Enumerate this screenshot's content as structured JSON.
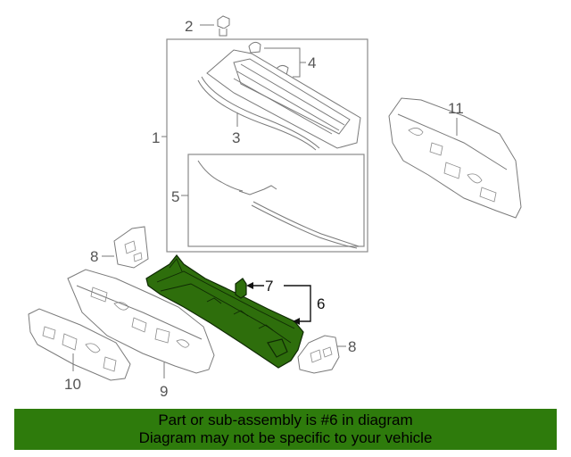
{
  "callouts": {
    "c1": "1",
    "c2": "2",
    "c3": "3",
    "c4": "4",
    "c5": "5",
    "c6": "6",
    "c7": "7",
    "c8a": "8",
    "c8b": "8",
    "c9": "9",
    "c10": "10",
    "c11": "11"
  },
  "banner": {
    "line1": "Part or sub-assembly is #6 in diagram",
    "line2": "Diagram may not be specific to your vehicle"
  },
  "colors": {
    "banner_bg": "#2e7b0c",
    "highlight_part": "#2e6e0c",
    "line_art": "#7a7a7a"
  }
}
